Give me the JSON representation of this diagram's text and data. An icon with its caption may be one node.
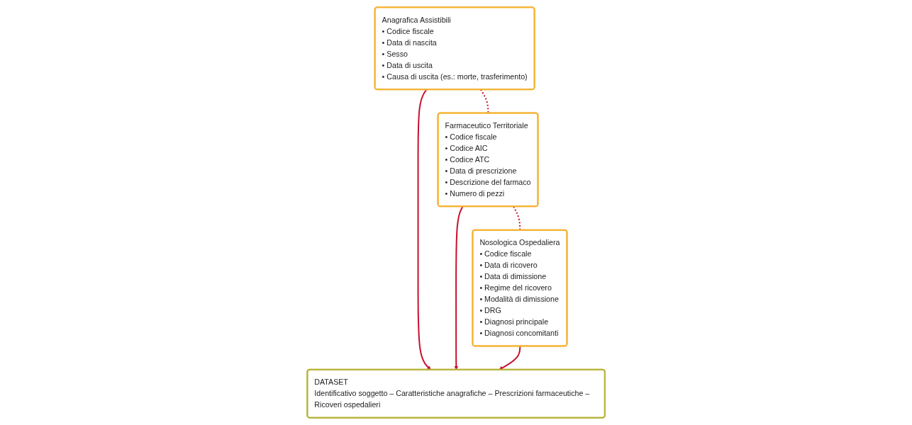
{
  "diagram": {
    "nodes": [
      {
        "text": [
          "Anagrafica Assistibili",
          "• Codice fiscale",
          "• Data di nascita",
          "• Sesso",
          "• Data di uscita",
          "• Causa di uscita (es.: morte, trasferimento)"
        ]
      },
      {
        "text": [
          "Farmaceutico Territoriale",
          "• Codice fiscale",
          "• Codice AIC",
          "• Codice ATC",
          "• Data di prescrizione",
          "• Descrizione del farmaco",
          "• Numero di pezzi"
        ]
      },
      {
        "text": [
          "Nosologica Ospedaliera",
          "• Codice fiscale",
          "• Data di ricovero",
          "• Data di dimissione",
          "• Regime del ricovero",
          "• Modalità di dimissione",
          "• DRG",
          "• Diagnosi principale",
          "• Diagnosi concomitanti"
        ]
      },
      {
        "text": [
          "DATASET",
          "Identificativo soggetto – Caratteristiche anagrafiche – Prescrizioni farmaceutiche – Ricoveri ospedalieri"
        ]
      }
    ],
    "edges": [
      {
        "from": 0,
        "to": 1,
        "arrow": "none",
        "style": "dashed",
        "color": "#c8102e"
      },
      {
        "from": 1,
        "to": 2,
        "arrow": "none",
        "style": "dashed",
        "color": "#c8102e"
      },
      {
        "from": 0,
        "to": 3,
        "arrow": "to",
        "color": "#c8102e"
      },
      {
        "from": 1,
        "to": 3,
        "arrow": "to",
        "color": "#c8102e"
      },
      {
        "from": 2,
        "to": 3,
        "arrow": "to",
        "color": "#c8102e"
      }
    ]
  }
}
